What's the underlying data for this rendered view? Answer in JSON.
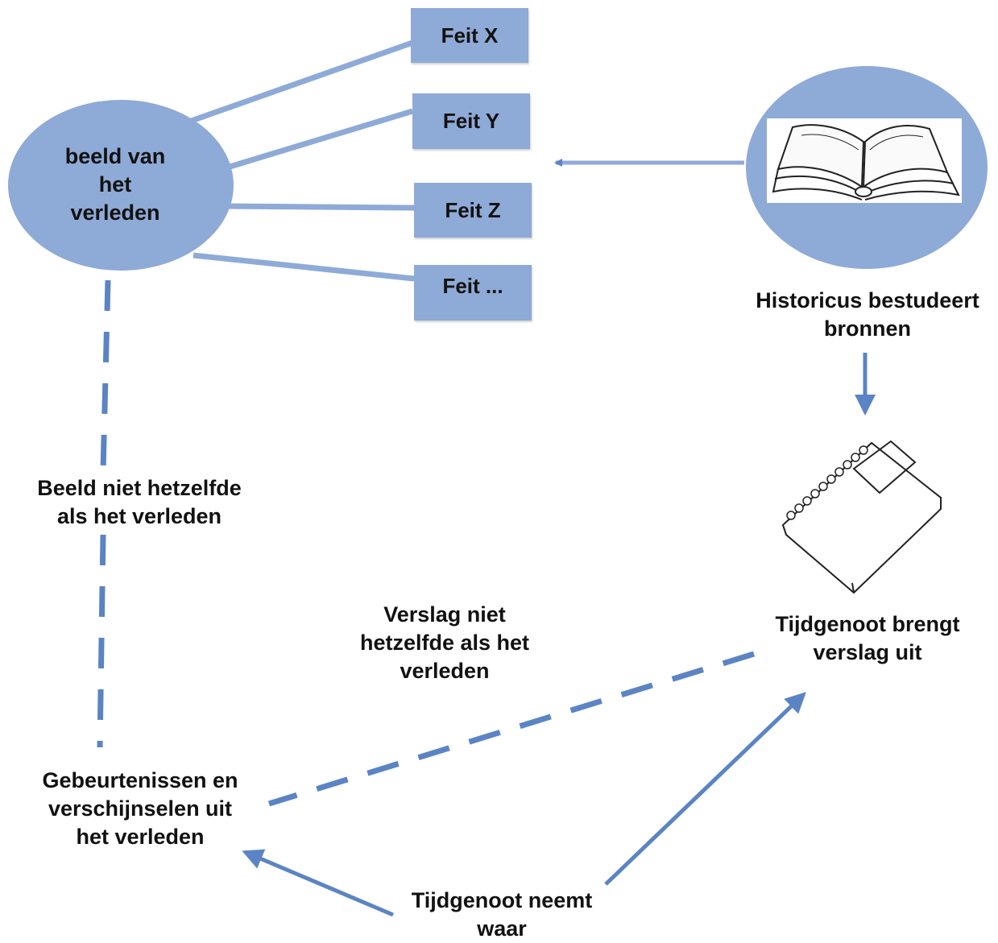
{
  "colors": {
    "node_fill": "#8eaad7",
    "arrow": "#5b84c4",
    "text": "#111111"
  },
  "nodes": {
    "past_image": [
      "beeld van",
      "het",
      "verleden"
    ],
    "facts": [
      "Feit X",
      "Feit Y",
      "Feit Z",
      "Feit ..."
    ],
    "source_icon": "open-book-icon",
    "report_icon": "notebook-icon"
  },
  "labels": {
    "historian": [
      "Historicus bestudeert",
      "bronnen"
    ],
    "not_same_image": [
      "Beeld niet hetzelfde",
      "als het verleden"
    ],
    "not_same_report": [
      "Verslag niet",
      "hetzelfde als het",
      "verleden"
    ],
    "contemporary_reports": [
      "Tijdgenoot brengt",
      "verslag uit"
    ],
    "events": [
      "Gebeurtenissen en",
      "verschijnselen uit",
      "het verleden"
    ],
    "contemporary_observes": [
      "Tijdgenoot neemt",
      "waar"
    ]
  }
}
